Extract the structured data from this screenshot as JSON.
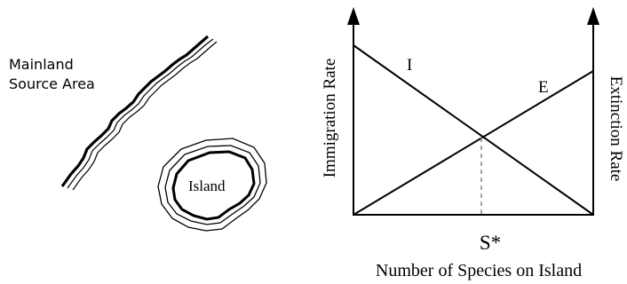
{
  "left_panel": {
    "mainland_label_line1": "Mainland",
    "mainland_label_line2": "Source Area",
    "island_label": "Island"
  },
  "graph": {
    "ylabel_left": "Immigration Rate",
    "ylabel_right": "Extinction Rate",
    "xlabel": "Number of Species on Island",
    "equilibrium_label": "S*",
    "immigration_curve_label": "I",
    "extinction_curve_label": "E"
  },
  "colors": {
    "ink": "#000000",
    "guide": "#888888"
  }
}
